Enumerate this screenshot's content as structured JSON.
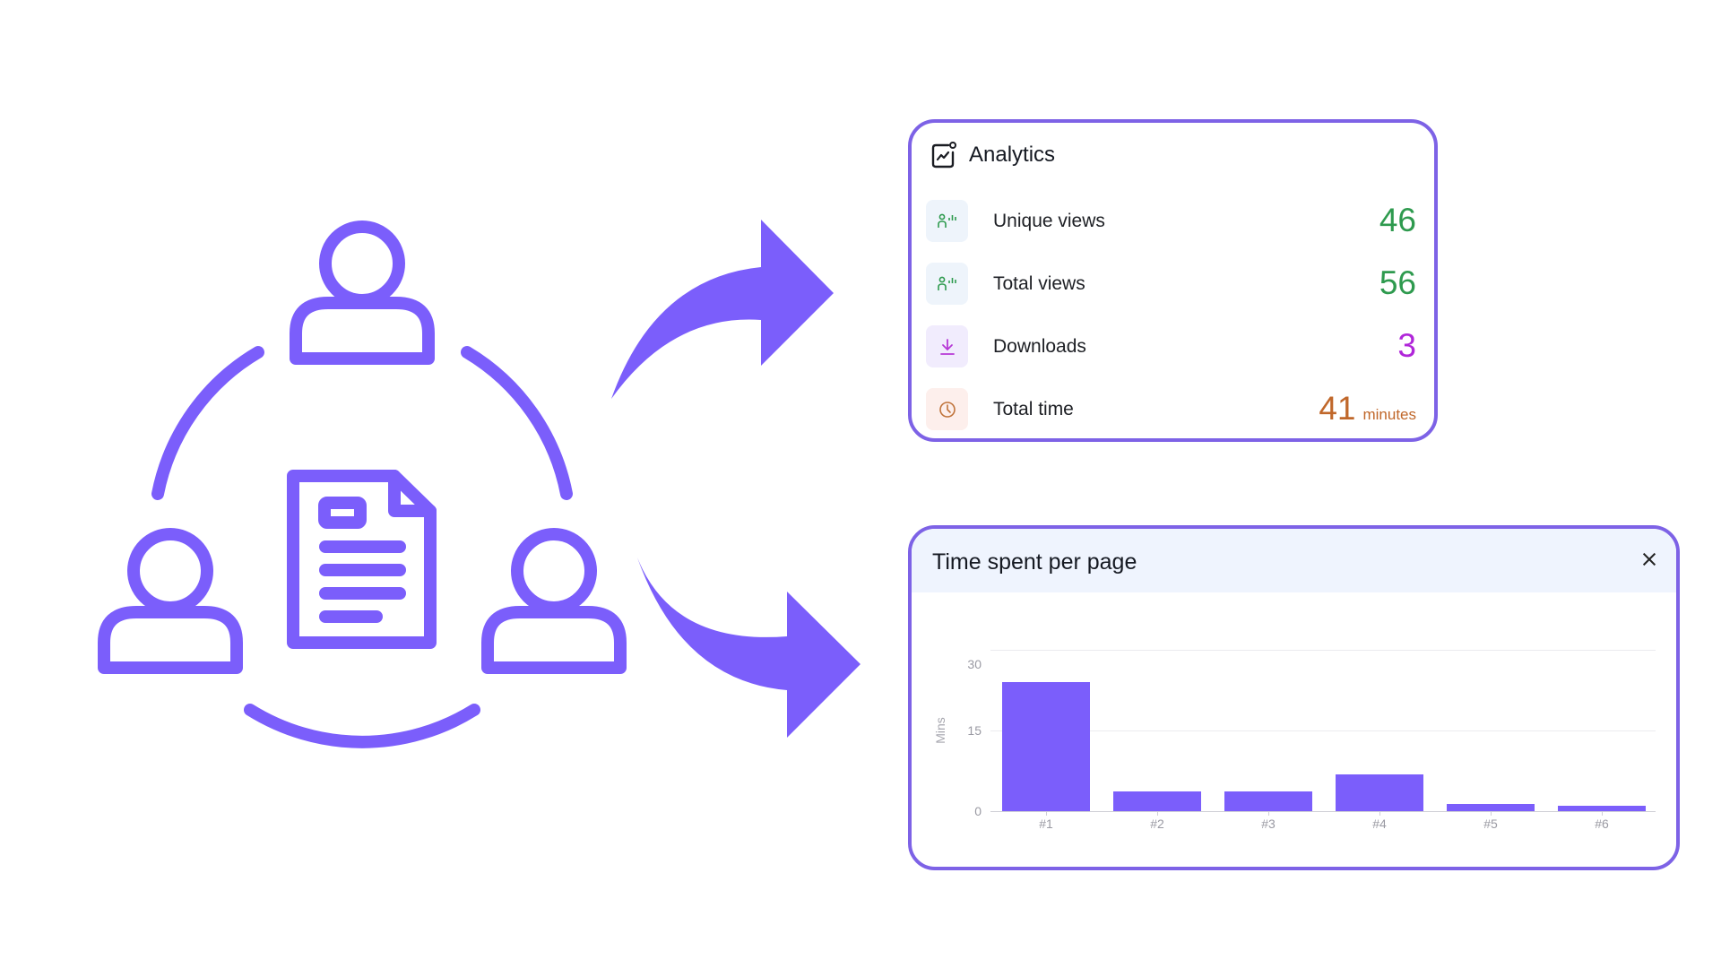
{
  "illustration": {
    "description": "People sharing a document with arrows to analytics",
    "accent_color": "#7B5EFB"
  },
  "analytics": {
    "title": "Analytics",
    "header_icon": "analytics-chart-icon",
    "metrics": [
      {
        "label": "Unique views",
        "value": "46",
        "unit": "",
        "icon": "viewers-icon",
        "value_color": "#2E9A4E",
        "icon_color": "#2E9A4E",
        "icon_bg": "#EEF4FB"
      },
      {
        "label": "Total views",
        "value": "56",
        "unit": "",
        "icon": "viewers-icon",
        "value_color": "#2E9A4E",
        "icon_color": "#2E9A4E",
        "icon_bg": "#EEF4FB"
      },
      {
        "label": "Downloads",
        "value": "3",
        "unit": "",
        "icon": "download-icon",
        "value_color": "#B026D9",
        "icon_color": "#B638D6",
        "icon_bg": "#F1ECFD"
      },
      {
        "label": "Total time",
        "value": "41",
        "unit": "minutes",
        "icon": "clock-icon",
        "value_color": "#C0672A",
        "icon_color": "#C0733A",
        "icon_bg": "#FDEFEC"
      }
    ]
  },
  "time_chart": {
    "title": "Time spent per page",
    "close_icon": "close-icon"
  },
  "chart_data": {
    "type": "bar",
    "title": "Time spent per page",
    "xlabel": "",
    "ylabel": "Mins",
    "categories": [
      "#1",
      "#2",
      "#3",
      "#4",
      "#5",
      "#6"
    ],
    "values": [
      24,
      3.7,
      3.6,
      6.8,
      1.3,
      1.0
    ],
    "yticks": [
      "0",
      "15",
      "30"
    ],
    "ylim": [
      0,
      30
    ],
    "grid": true,
    "bar_color": "#7B5EFB"
  }
}
